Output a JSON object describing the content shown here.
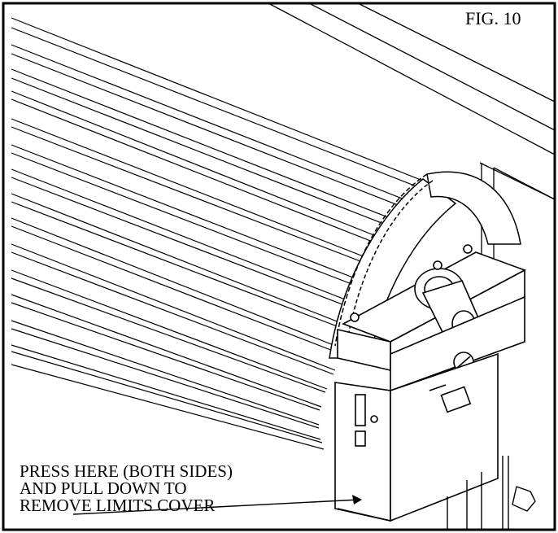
{
  "figure": {
    "label": "FIG. 10",
    "callout_lines": [
      "PRESS HERE (BOTH SIDES)",
      "AND PULL DOWN TO",
      "REMOVE LIMITS COVER"
    ]
  }
}
